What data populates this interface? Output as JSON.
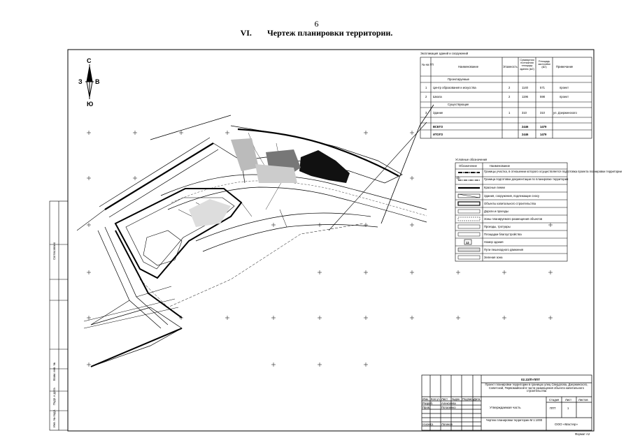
{
  "page_number": "6",
  "section": {
    "num": "VI.",
    "title": "Чертеж планировки территории."
  },
  "compass": {
    "n": "С",
    "s": "Ю",
    "w": "З",
    "e": "В"
  },
  "explication": {
    "caption": "Экспликация зданий и сооружений",
    "headers": [
      "№ на ГП",
      "Наименование",
      "Этажность",
      "Суммарная поэтажная площадь здания (м2)",
      "Площадь застройки (м2)",
      "Примечание"
    ],
    "group1": "Проектируемые",
    "rows1": [
      [
        "1",
        "Центр образования и искусства",
        "2",
        "1140",
        "571",
        "проект"
      ],
      [
        "2",
        "Школа",
        "2",
        "1196",
        "598",
        "проект"
      ]
    ],
    "group2": "Существующие",
    "rows2": [
      [
        "3",
        "Здание",
        "1",
        "310",
        "310",
        "ул. Дзержинского"
      ]
    ],
    "total_rows": [
      [
        "",
        "ВСЕГО",
        "",
        "2446",
        "1479",
        ""
      ],
      [
        "",
        "ИТОГО",
        "",
        "2446",
        "1479",
        ""
      ]
    ]
  },
  "legend": {
    "caption": "Условные обозначения",
    "headers": [
      "Обозначение",
      "Наименование"
    ],
    "items": [
      "Границы участка, в отношении которого осуществляется подготовка проекта планировки территории",
      "Граница подготовки документации по планировке территории",
      "Красные линии",
      "Здания, сооружения, подлежащие сносу",
      "Объекты капитального строительства",
      "Дороги и проезды",
      "Зоны планируемого размещения объектов",
      "Проезды, тротуары",
      "Площадки благоустройства",
      "Номер здания",
      "Пути пешеходного движения",
      "Зеленая зона"
    ],
    "number_symbol": "12"
  },
  "titleblock": {
    "code": "02.22/П-ППТ",
    "project": "Проект планировки территории в границах улиц Свердлова, Дзержинского, Советской, Первомайской в части размещения объекта капитального строительства",
    "stage_label": "Стадия",
    "sheet_label": "Лист",
    "sheets_label": "Листов",
    "stage": "ППТ",
    "sheet": "1",
    "object": "Утверждаемая часть",
    "drawing": "Чертеж планировки территории М 1:1000",
    "org": "ООО «Мастер»",
    "roles": [
      "Изм.",
      "Кол.уч",
      "Лист",
      "№док",
      "Подпись",
      "Дата"
    ],
    "people": [
      [
        "Разраб.",
        "Алексеева"
      ],
      [
        "Пров.",
        "Потапенко"
      ],
      [
        "Н.контр.",
        "Логинов"
      ]
    ],
    "format": "Формат А2"
  },
  "side_stamp": [
    "Согласовано",
    "Взам. инв. №",
    "Подп. и дата",
    "Инв. № подл."
  ]
}
